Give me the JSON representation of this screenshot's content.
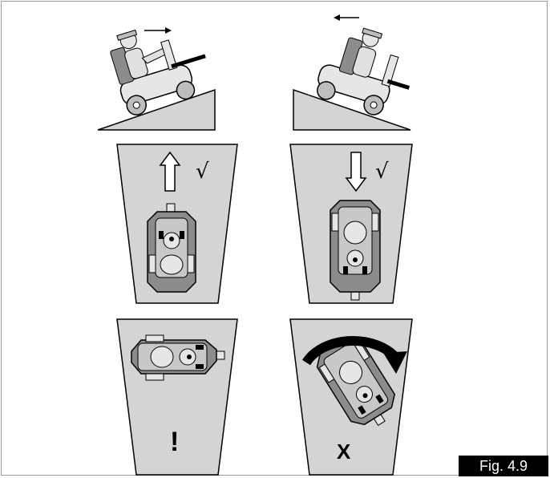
{
  "figure": {
    "label": "Fig. 4.9"
  },
  "panels": [
    {
      "id": "uphill-forward",
      "mark": "√",
      "arrow": "up"
    },
    {
      "id": "downhill-forward",
      "mark": "√",
      "arrow": "down"
    },
    {
      "id": "sideways-on-slope",
      "mark": "!"
    },
    {
      "id": "turning-on-slope",
      "mark": "X"
    }
  ],
  "colors": {
    "ramp": "#d4d4d4",
    "scooter_body": "#c8c8c8",
    "scooter_dark": "#8c8c8c",
    "outline": "#000000"
  }
}
